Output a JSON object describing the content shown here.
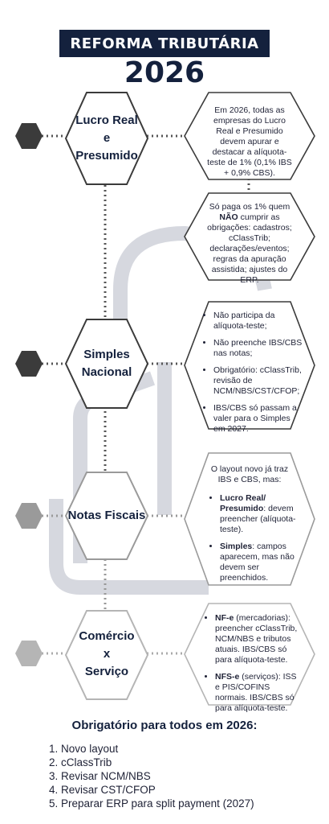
{
  "header": {
    "title": "REFORMA TRIBUTÁRIA",
    "year": "2026"
  },
  "steps": [
    {
      "label_lines": [
        "Lucro Real",
        "e",
        "Presumido"
      ],
      "desc": {
        "text": "Em 2026, todas as empresas do Lucro Real e Presumido devem apurar e destacar a alíquota-teste de 1% (0,1% IBS + 0,9% CBS)."
      },
      "desc2": {
        "pre": "Só paga os 1% quem",
        "strong": "NÃO",
        "post": "cumprir as obrigações: cadastros; cClassTrib; declarações/eventos; regras da apuração assistida; ajustes do ERP."
      }
    },
    {
      "label_lines": [
        "Simples",
        "Nacional"
      ],
      "bullets": [
        "Não participa da alíquota-teste;",
        "Não preenche IBS/CBS nas notas;",
        "Obrigatório: cClassTrib, revisão de NCM/NBS/CST/CFOP;",
        "IBS/CBS só passam a valer para o Simples em 2027."
      ]
    },
    {
      "label_lines": [
        "Notas Fiscais"
      ],
      "intro": "O layout novo já traz IBS e CBS, mas:",
      "bullets": [
        {
          "strong": "Lucro Real/ Presumido",
          "rest": ": devem preencher (alíquota-teste)."
        },
        {
          "strong": "Simples",
          "rest": ": campos aparecem, mas não devem ser preenchidos."
        }
      ]
    },
    {
      "label_lines": [
        "Comércio",
        "x",
        "Serviço"
      ],
      "bullets": [
        {
          "strong": "NF-e",
          "rest": " (mercadorias): preencher cClassTrib, NCM/NBS e tributos atuais. IBS/CBS só para alíquota-teste."
        },
        {
          "strong": "NFS-e",
          "rest": " (serviços): ISS e PIS/COFINS normais. IBS/CBS só para alíquota-teste."
        }
      ]
    }
  ],
  "footer": {
    "title": "Obrigatório para todos em 2026:",
    "items": [
      "Novo layout",
      "cClassTrib",
      "Revisar NCM/NBS",
      "Revisar CST/CFOP",
      "Preparar ERP para split payment (2027)"
    ]
  },
  "colors": {
    "navy": "#14213d",
    "dark_gray": "#3b3b3b",
    "mid_gray": "#9a9a9a",
    "light_gray": "#b5b5b5",
    "watermark": "#d6d8df"
  }
}
